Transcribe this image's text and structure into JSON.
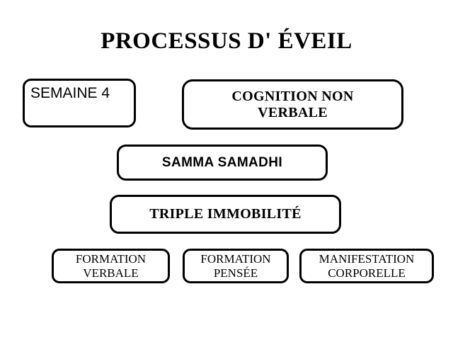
{
  "slide": {
    "title": "PROCESSUS D' ÉVEIL",
    "background_color": "#ffffff",
    "text_color": "#000000",
    "border_color": "#000000"
  },
  "diagram": {
    "type": "hierarchy",
    "rows": [
      {
        "nodes": [
          {
            "id": "semaine",
            "label": "SEMAINE 4"
          },
          {
            "id": "cognition",
            "label": "COGNITION NON\nVERBALE"
          }
        ]
      },
      {
        "nodes": [
          {
            "id": "samma",
            "label": "SAMMA SAMADHI"
          }
        ]
      },
      {
        "nodes": [
          {
            "id": "triple",
            "label": "TRIPLE IMMOBILITÉ"
          }
        ]
      },
      {
        "nodes": [
          {
            "id": "formation_verbale",
            "label": "FORMATION\nVERBALE"
          },
          {
            "id": "formation_pensee",
            "label": "FORMATION\nPENSÉE"
          },
          {
            "id": "manifestation",
            "label": "MANIFESTATION\nCORPORELLE"
          }
        ]
      }
    ]
  }
}
